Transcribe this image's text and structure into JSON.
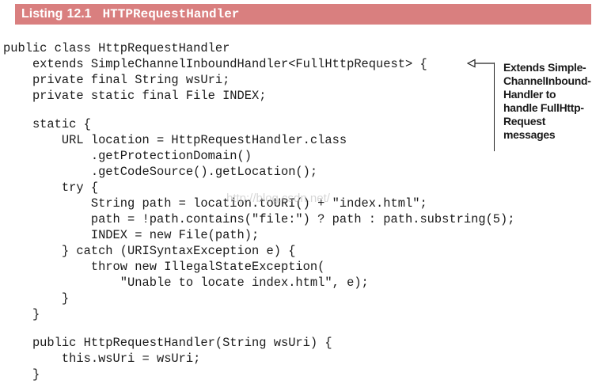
{
  "listing": {
    "label": "Listing",
    "number": "12.1",
    "title": "HTTPRequestHandler"
  },
  "code": {
    "lines": [
      "public class HttpRequestHandler",
      "    extends SimpleChannelInboundHandler<FullHttpRequest> {",
      "    private final String wsUri;",
      "    private static final File INDEX;",
      "",
      "    static {",
      "        URL location = HttpRequestHandler.class",
      "            .getProtectionDomain()",
      "            .getCodeSource().getLocation();",
      "        try {",
      "            String path = location.toURI() + \"index.html\";",
      "            path = !path.contains(\"file:\") ? path : path.substring(5);",
      "            INDEX = new File(path);",
      "        } catch (URISyntaxException e) {",
      "            throw new IllegalStateException(",
      "                \"Unable to locate index.html\", e);",
      "        }",
      "    }",
      "",
      "    public HttpRequestHandler(String wsUri) {",
      "        this.wsUri = wsUri;",
      "    }"
    ]
  },
  "annotation": {
    "lines": [
      "Extends Simple-",
      "ChannelInbound-",
      "Handler to",
      "handle FullHttp-",
      "Request",
      "messages"
    ]
  },
  "watermark": {
    "text": "http://blog.csdn.net/"
  }
}
